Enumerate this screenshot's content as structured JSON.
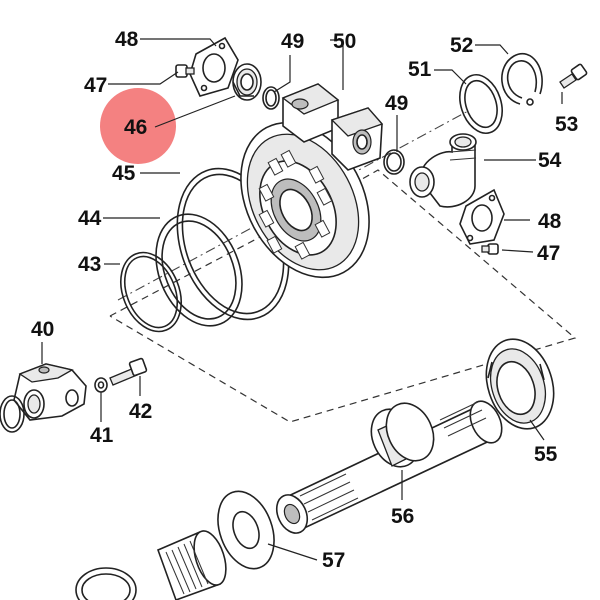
{
  "highlight_color": "#f26b6b",
  "callouts": [
    {
      "id": "c48a",
      "text": "48"
    },
    {
      "id": "c49a",
      "text": "49"
    },
    {
      "id": "c50",
      "text": "50"
    },
    {
      "id": "c52",
      "text": "52"
    },
    {
      "id": "c47a",
      "text": "47"
    },
    {
      "id": "c51",
      "text": "51"
    },
    {
      "id": "c49b",
      "text": "49"
    },
    {
      "id": "c53",
      "text": "53"
    },
    {
      "id": "c46",
      "text": "46",
      "highlighted": true
    },
    {
      "id": "c54",
      "text": "54"
    },
    {
      "id": "c45",
      "text": "45"
    },
    {
      "id": "c48b",
      "text": "48"
    },
    {
      "id": "c44",
      "text": "44"
    },
    {
      "id": "c47b",
      "text": "47"
    },
    {
      "id": "c43",
      "text": "43"
    },
    {
      "id": "c40",
      "text": "40"
    },
    {
      "id": "c42",
      "text": "42"
    },
    {
      "id": "c41",
      "text": "41"
    },
    {
      "id": "c55",
      "text": "55"
    },
    {
      "id": "c56",
      "text": "56"
    },
    {
      "id": "c57",
      "text": "57"
    }
  ]
}
